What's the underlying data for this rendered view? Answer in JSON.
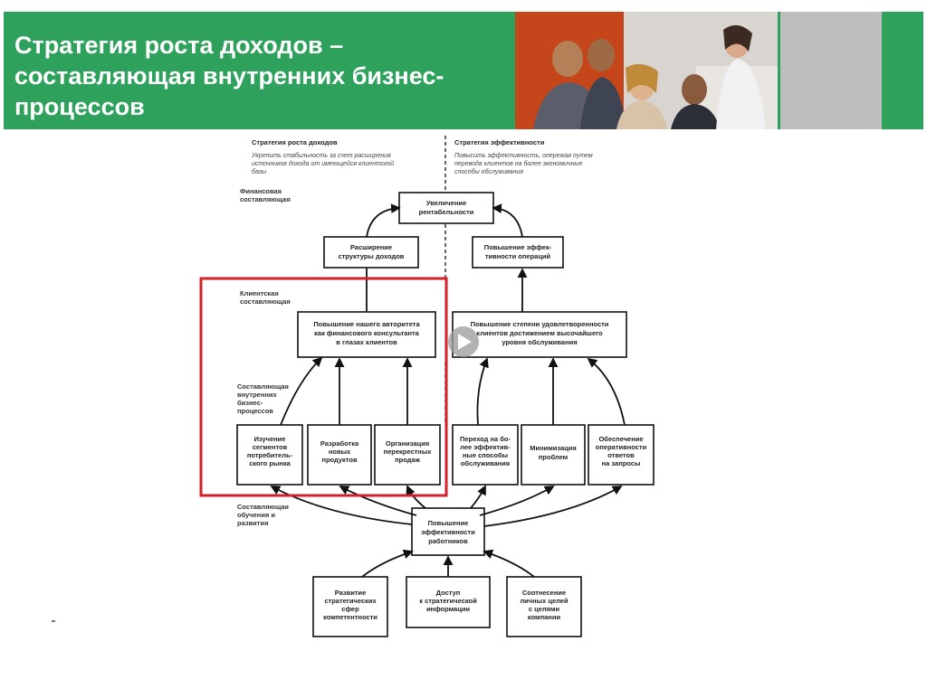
{
  "slide": {
    "title_lines": [
      "Стратегия роста доходов –",
      "составляющая внутренних бизнес-",
      "процессов"
    ]
  },
  "diagram": {
    "left_header": "Стратегия роста доходов",
    "left_desc": [
      "Укрепить стабильность за счет расширения",
      "источников дохода от имеющейся клиентской",
      "базы"
    ],
    "right_header": "Стратегия эффективности",
    "right_desc": [
      "Повысить эффективность, опережая путем",
      "перевода клиентов на более экономичные",
      "способы обслуживания"
    ],
    "side_labels": {
      "financial": [
        "Финансовая",
        "составляющая"
      ],
      "client": [
        "Клиентская",
        "составляющая"
      ],
      "internal": [
        "Составляющая",
        "внутренних",
        "бизнес-",
        "процессов"
      ],
      "learning": [
        "Составляющая",
        "обучения и",
        "развития"
      ]
    },
    "boxes": {
      "profitability": [
        "Увеличение",
        "рентабельности"
      ],
      "revenue_mix": [
        "Расширение",
        "структуры доходов"
      ],
      "op_efficiency": [
        "Повышение эффек-",
        "тивности операций"
      ],
      "authority": [
        "Повышение нашего авторитета",
        "как финансового консультанта",
        "в глазах клиентов"
      ],
      "satisfaction": [
        "Повышение степени удовлетворенности",
        "клиентов достижением высочайшего",
        "уровня обслуживания"
      ],
      "segments": [
        "Изучение",
        "сегментов",
        "потребитель-",
        "ского рынка"
      ],
      "new_products": [
        "Разработка",
        "новых",
        "продуктов"
      ],
      "cross_sell": [
        "Организация",
        "перекрестных",
        "продаж"
      ],
      "channel_shift": [
        "Переход на бо-",
        "лее эффектив-",
        "ные способы",
        "обслуживания"
      ],
      "minimize": [
        "Минимизация",
        "проблем"
      ],
      "response": [
        "Обеспечение",
        "оперативности",
        "ответов",
        "на запросы"
      ],
      "staff": [
        "Повышение",
        "эффективности",
        "работников"
      ],
      "competencies": [
        "Развитие",
        "стратегических",
        "сфер",
        "компетентности"
      ],
      "info_access": [
        "Доступ",
        "к стратегической",
        "информации"
      ],
      "goals": [
        "Соотнесение",
        "личных целей",
        "с целями",
        "компании"
      ]
    }
  },
  "colors": {
    "header_green": "#2ea15c",
    "highlight_red": "#d3202a",
    "photo_accent": "#c94a1c"
  },
  "icons": [
    "play-icon"
  ]
}
